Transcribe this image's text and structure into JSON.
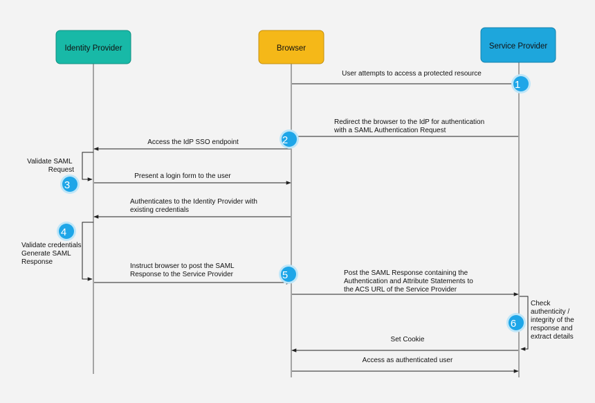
{
  "actors": {
    "identity_provider": {
      "label": "Identity Provider",
      "color": "#18b9a7"
    },
    "browser": {
      "label": "Browser",
      "color": "#f5b818"
    },
    "service_provider": {
      "label": "Service Provider",
      "color": "#1ea6dc"
    }
  },
  "messages": {
    "m1": [
      "User attempts to access a protected resource"
    ],
    "m2": [
      "Redirect the browser to the IdP for authentication",
      "with a SAML Authentication Request"
    ],
    "m3": [
      "Access the IdP SSO endpoint"
    ],
    "m4": [
      "Present a login form to the user"
    ],
    "m5": [
      "Authenticates to the Identity Provider with",
      "existing credentials"
    ],
    "m6": [
      "Instruct browser to post the SAML",
      "Response to the Service Provider"
    ],
    "m7": [
      "Post the SAML Response containing the",
      "Authentication and Attribute Statements to",
      "the ACS URL of the Service Provider"
    ],
    "m8": [
      "Set Cookie"
    ],
    "m9": [
      "Access as authenticated user"
    ]
  },
  "notes": {
    "idp_validate_request": [
      "Validate SAML",
      "Request"
    ],
    "idp_validate_credentials": [
      "Validate credentials",
      "Generate SAML",
      "Response"
    ],
    "sp_check": [
      "Check",
      "authenticity /",
      "integrity of the",
      "response and",
      "extract details"
    ]
  },
  "steps": [
    "1",
    "2",
    "3",
    "4",
    "5",
    "6"
  ],
  "colors": {
    "step_fill": "#1ea6e8",
    "step_ring": "#bfe6f8",
    "line": "#222222",
    "background": "#f3f3f3"
  }
}
